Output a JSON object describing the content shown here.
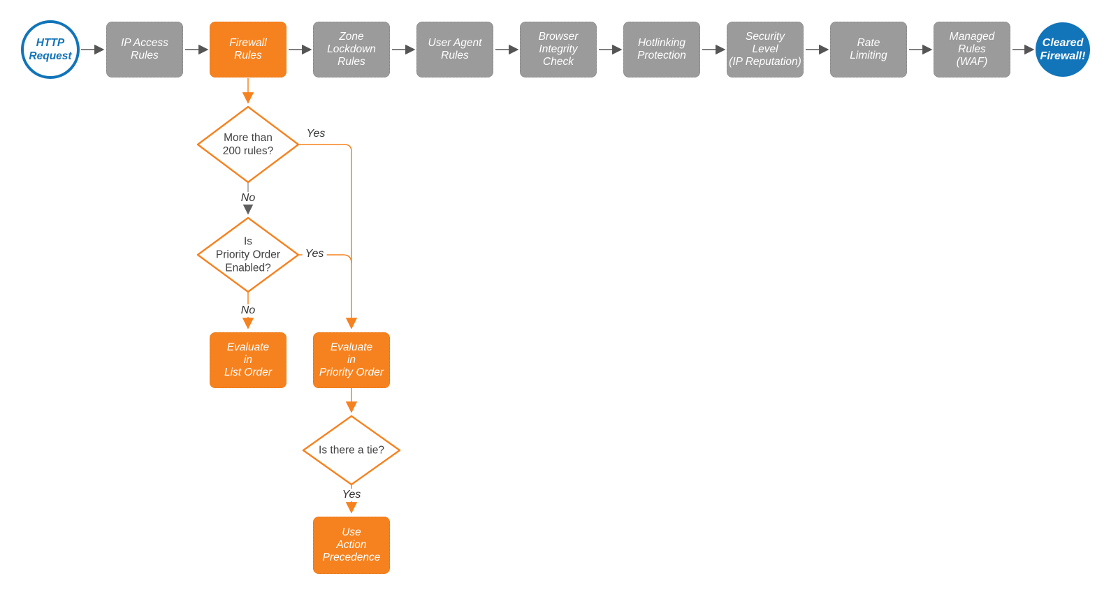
{
  "palette": {
    "orange": "#F6821F",
    "box_gray": "#9B9B9B",
    "blue": "#1274B9",
    "arrow_gray": "#555555",
    "diamond_text": "#414141"
  },
  "flow": {
    "start": {
      "label": "HTTP\nRequest"
    },
    "pipeline": [
      {
        "label": "IP Access\nRules"
      },
      {
        "label": "Firewall\nRules"
      },
      {
        "label": "Zone\nLockdown\nRules"
      },
      {
        "label": "User Agent\nRules"
      },
      {
        "label": "Browser\nIntegrity\nCheck"
      },
      {
        "label": "Hotlinking\nProtection"
      },
      {
        "label": "Security\nLevel\n(IP Reputation)"
      },
      {
        "label": "Rate\nLimiting"
      },
      {
        "label": "Managed\nRules\n(WAF)"
      }
    ],
    "end": {
      "label": "Cleared\nFirewall!"
    },
    "decisions": [
      {
        "label": "More than\n200 rules?",
        "yes_label": "Yes",
        "no_label": "No"
      },
      {
        "label": "Is\nPriority Order\nEnabled?",
        "yes_label": "Yes",
        "no_label": "No"
      },
      {
        "label": "Is there a tie?",
        "yes_label": "Yes"
      }
    ],
    "actions": [
      {
        "label": "Evaluate\nin\nList Order"
      },
      {
        "label": "Evaluate\nin\nPriority Order"
      },
      {
        "label": "Use\nAction\nPrecedence"
      }
    ]
  }
}
